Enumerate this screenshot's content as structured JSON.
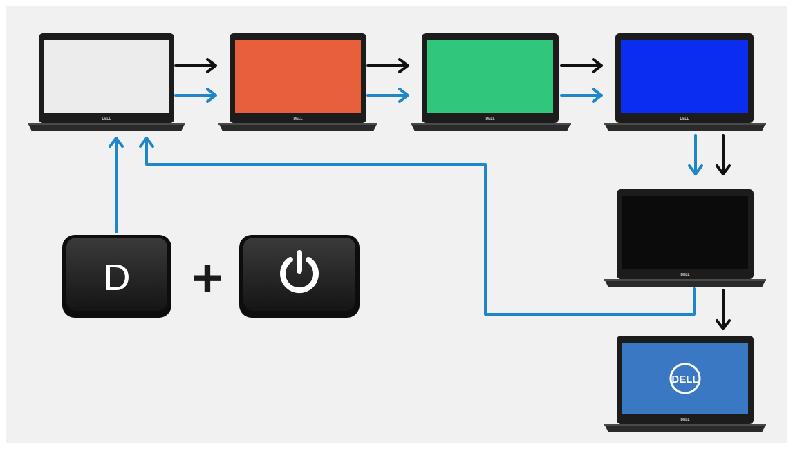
{
  "background_color": "#f1f1f1",
  "bezel_brand": "DELL",
  "colors": {
    "flow_blue": "#1e86c9",
    "flow_black": "#111111",
    "bezel": "#1c1c1c",
    "base": "#2a2a2a"
  },
  "laptops": [
    {
      "id": "laptop-white",
      "screen": "#ececec"
    },
    {
      "id": "laptop-red",
      "screen": "#e85f3c"
    },
    {
      "id": "laptop-green",
      "screen": "#30c77c"
    },
    {
      "id": "laptop-blue",
      "screen": "#0a2df0"
    },
    {
      "id": "laptop-black",
      "screen": "#0b0b0b"
    },
    {
      "id": "laptop-logo",
      "screen": "#3a78c3",
      "logo_text": "DELL"
    }
  ],
  "keys": {
    "d_key": {
      "label": "D"
    },
    "plus": {
      "label": "+"
    },
    "power_key": {
      "icon": "power-icon"
    }
  }
}
